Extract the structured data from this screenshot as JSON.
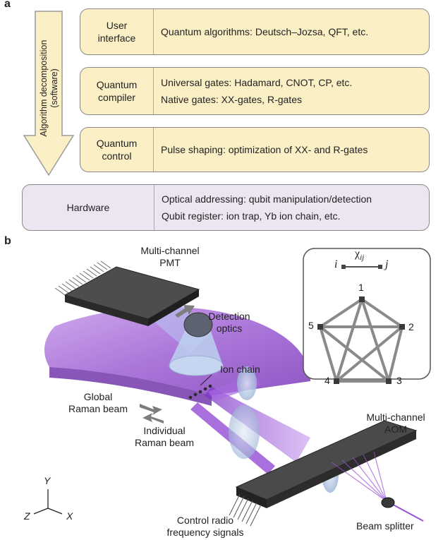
{
  "panel_a": {
    "letter": "a",
    "arrow_label_line1": "Algorithm decomposition",
    "arrow_label_line2": "(software)",
    "rows": [
      {
        "left": "User interface",
        "right": [
          "Quantum algorithms: Deutsch–Jozsa, QFT, etc."
        ]
      },
      {
        "left": "Quantum compiler",
        "right": [
          "Universal gates: Hadamard, CNOT, CP, etc.",
          "Native gates: XX-gates, R-gates"
        ]
      },
      {
        "left": "Quantum control",
        "right": [
          "Pulse shaping: optimization of XX- and R-gates"
        ]
      },
      {
        "left": "Hardware",
        "right": [
          "Optical addressing: qubit manipulation/detection",
          "Qubit register: ion trap, Yb ion chain, etc."
        ]
      }
    ]
  },
  "panel_b": {
    "letter": "b",
    "labels": {
      "pmt_line1": "Multi-channel",
      "pmt_line2": "PMT",
      "detection_line1": "Detection",
      "detection_line2": "optics",
      "ion_chain": "Ion chain",
      "global_line1": "Global",
      "global_line2": "Raman beam",
      "individual_line1": "Individual",
      "individual_line2": "Raman beam",
      "aom_line1": "Multi-channel",
      "aom_line2": "AOM",
      "control_line1": "Control radio",
      "control_line2": "frequency signals",
      "beam_splitter": "Beam splitter"
    },
    "axes": {
      "y": "Y",
      "z": "Z",
      "x": "X"
    },
    "inset": {
      "coupling_i": "i",
      "coupling_symbol": "χ",
      "coupling_sub": "ij",
      "coupling_j": "j",
      "nodes": [
        "1",
        "2",
        "3",
        "4",
        "5"
      ]
    }
  },
  "colors": {
    "software_fill": "#fbefc6",
    "hardware_fill": "#ece6f2",
    "beam": "#9b4fd6"
  }
}
